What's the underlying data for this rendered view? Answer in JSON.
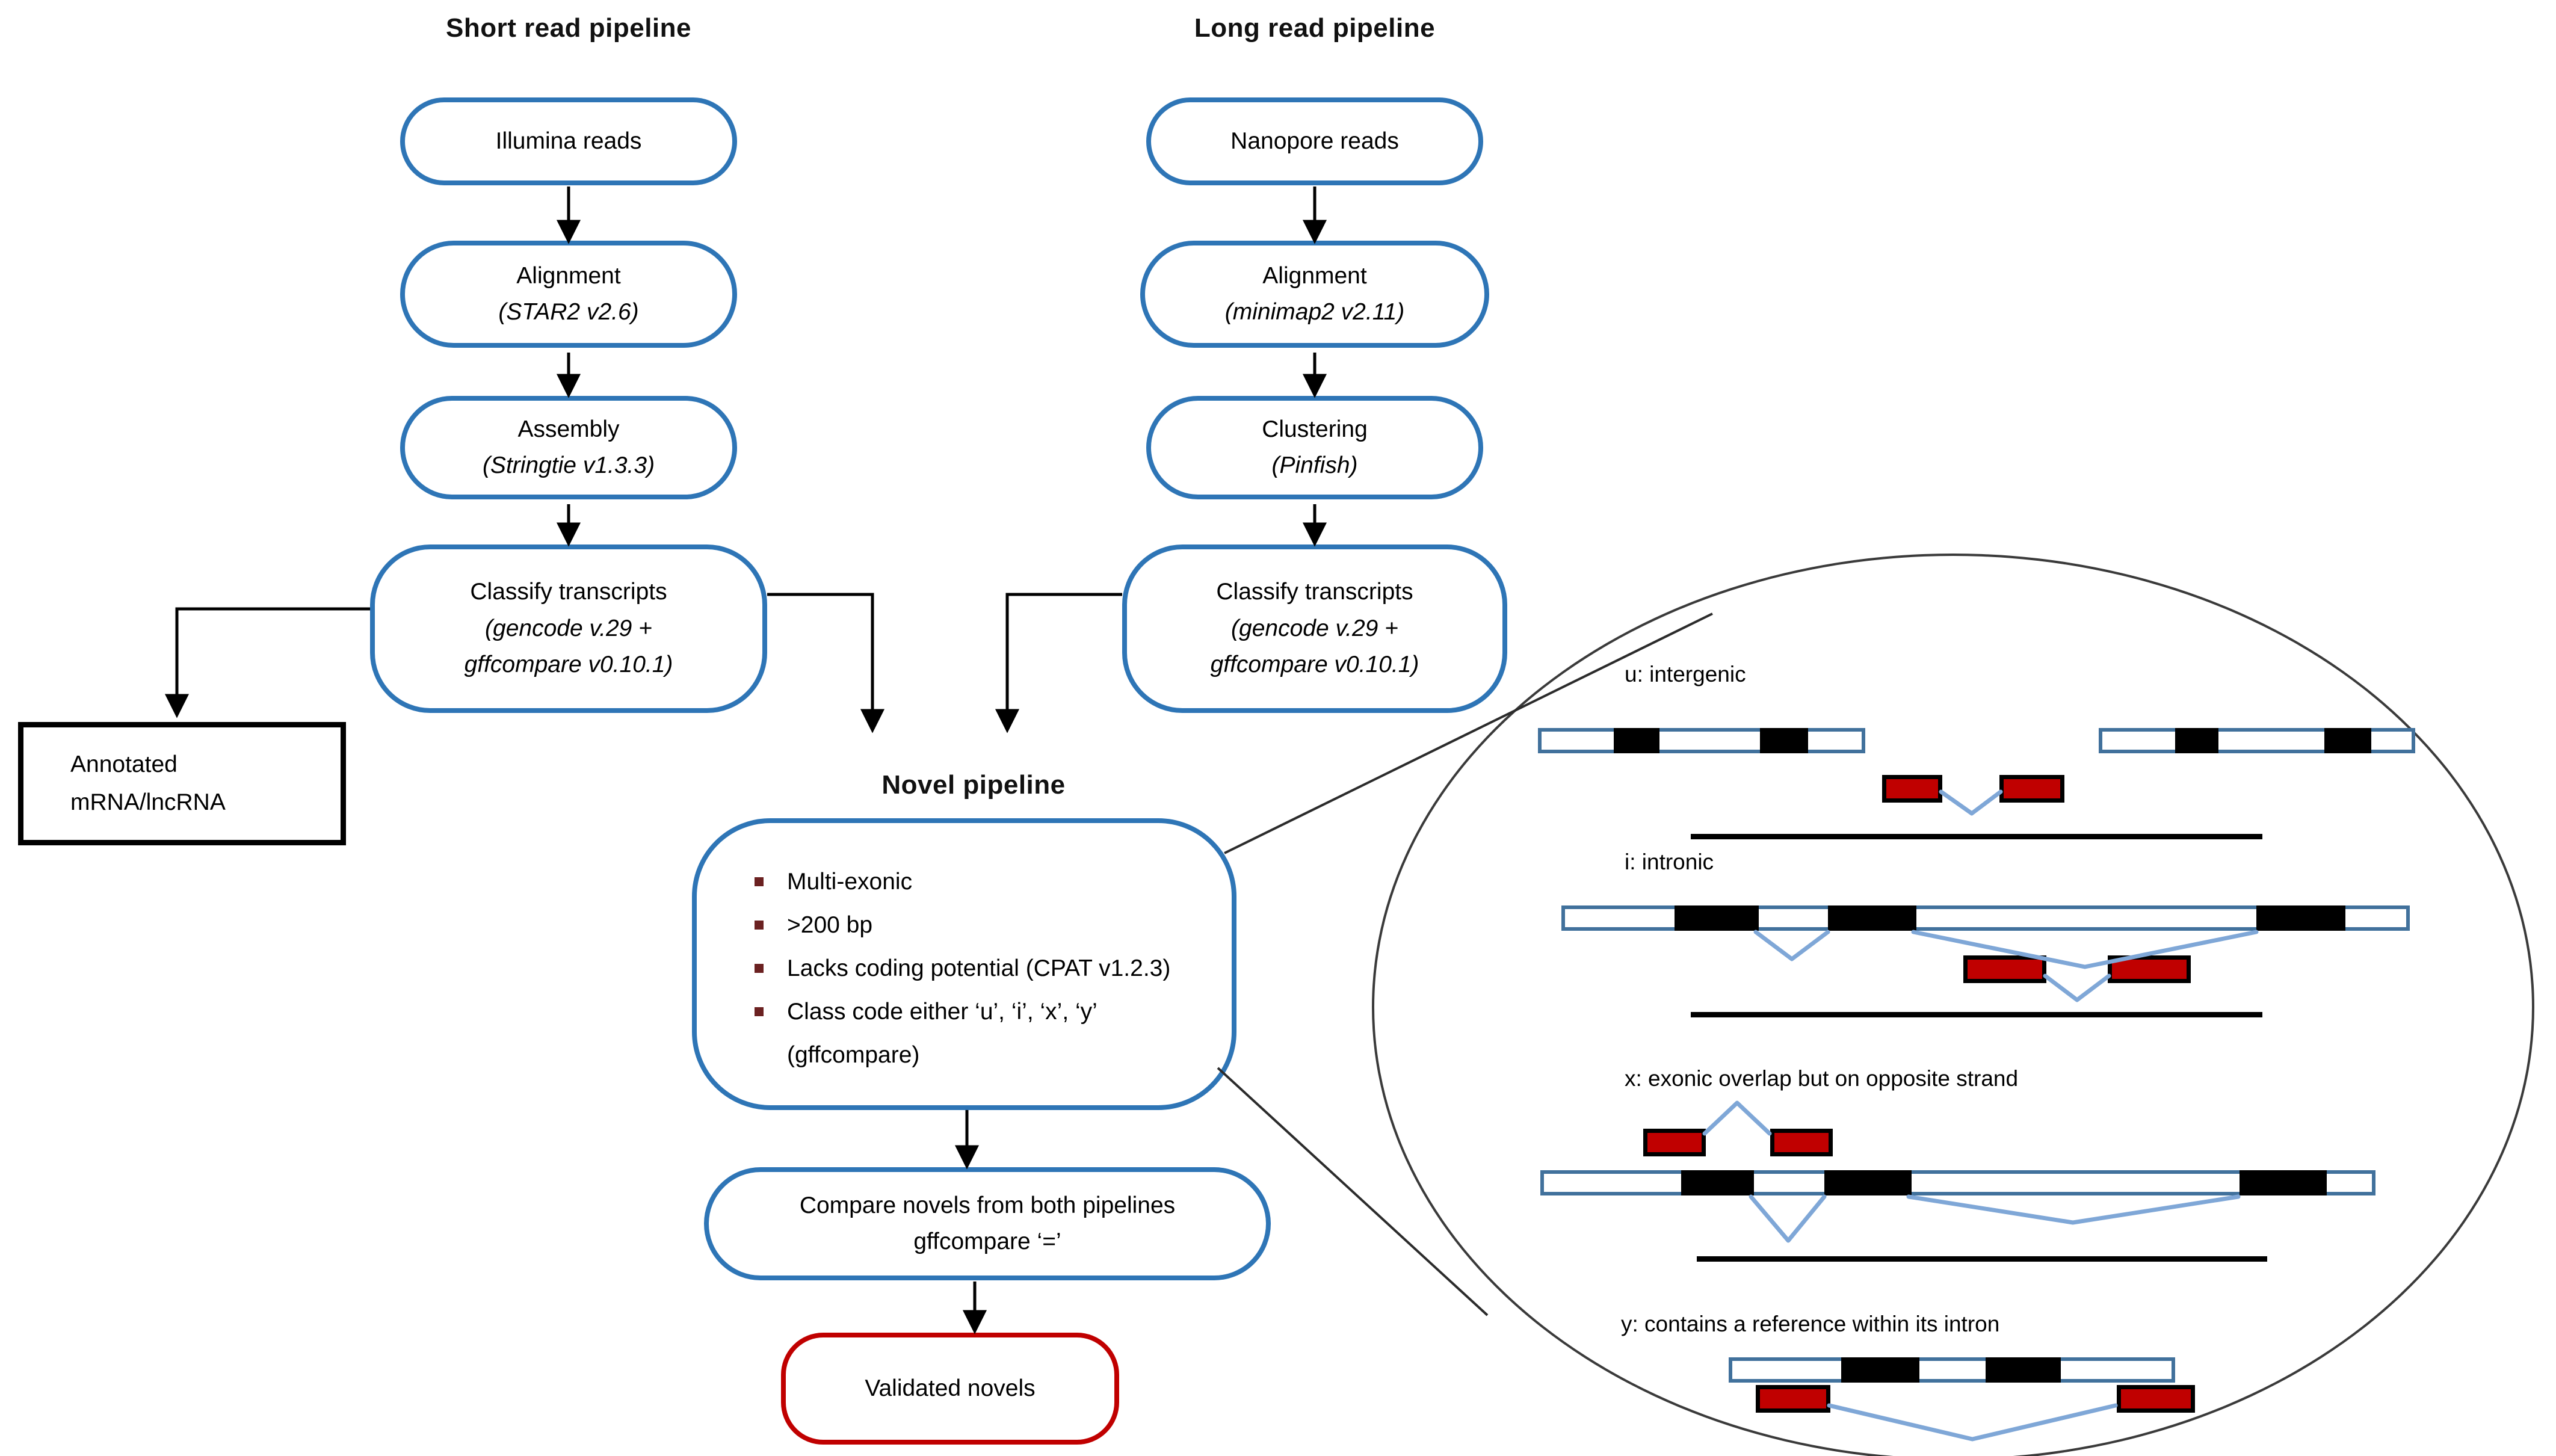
{
  "headers": {
    "short_title": "Short read pipeline",
    "long_title": "Long read pipeline",
    "novel_title": "Novel pipeline"
  },
  "pipelines": {
    "short": {
      "nodes": [
        {
          "label": "Illumina reads",
          "sublabel": ""
        },
        {
          "label": "Alignment",
          "sublabel": "(STAR2 v2.6)"
        },
        {
          "label": "Assembly",
          "sublabel": "(Stringtie v1.3.3)"
        },
        {
          "label": "Classify transcripts",
          "sublabel": "(gencode v.29 + gffcompare v0.10.1)"
        }
      ]
    },
    "long": {
      "nodes": [
        {
          "label": "Nanopore reads",
          "sublabel": ""
        },
        {
          "label": "Alignment",
          "sublabel": "(minimap2 v2.11)"
        },
        {
          "label": "Clustering",
          "sublabel": "(Pinfish)"
        },
        {
          "label": "Classify transcripts",
          "sublabel": "(gencode v.29 + gffcompare v0.10.1)"
        }
      ]
    }
  },
  "annotated": {
    "label": "Annotated mRNA/lncRNA"
  },
  "novel": {
    "criteria": [
      "Multi-exonic",
      ">200 bp",
      "Lacks coding potential (CPAT v1.2.3)",
      "Class code either ‘u’, ‘i’, ‘x’, ‘y’ (gffcompare)"
    ]
  },
  "compare": {
    "label": "Compare novels from both pipelines",
    "sublabel": "gffcompare ‘=’"
  },
  "validated": {
    "label": "Validated novels"
  },
  "magnifier": {
    "sections": [
      {
        "code": "u",
        "label": "u: intergenic"
      },
      {
        "code": "i",
        "label": "i: intronic"
      },
      {
        "code": "x",
        "label": "x: exonic overlap but on opposite strand"
      },
      {
        "code": "y",
        "label": "y: contains a reference within its intron"
      }
    ]
  },
  "colors": {
    "node_border_blue": "#2E75B6",
    "validated_border_red": "#C00000",
    "reference_bar_border": "#41719C",
    "exon_black": "#000000",
    "novel_exon_red": "#C00000",
    "intron_chevron_blue": "#7FA7D7",
    "connector_black": "#000000",
    "ellipse_border_gray": "#3a3a3a",
    "bullet_maroon": "#6B2121"
  }
}
